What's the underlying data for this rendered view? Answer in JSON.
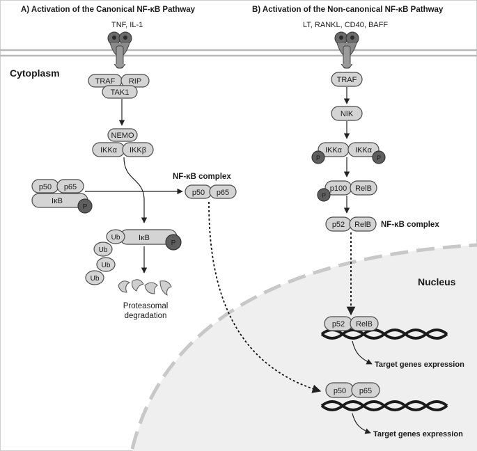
{
  "colors": {
    "membrane_line": "#b8b8b8",
    "protein_fill": "#d4d4d4",
    "protein_stroke": "#4a4a4a",
    "phospho": "#5e5e5e",
    "nucleus_bg": "#efefef",
    "dna": "#1a1a1a"
  },
  "panel_a": {
    "title": "A) Activation of the Canonical NF-κB Pathway",
    "ligand": "TNF, IL-1",
    "traf": "TRAF",
    "rip": "RIP",
    "tak1": "TAK1",
    "nemo": "NEMO",
    "ikka": "IKKα",
    "ikkb": "IKKβ",
    "p50": "p50",
    "p65": "p65",
    "ikb": "IκB",
    "p": "P",
    "complex_label": "NF-κB complex",
    "complex_p50": "p50",
    "complex_p65": "p65",
    "ub": "Ub",
    "ub_ikb": "IκB",
    "proteasome_line1": "Proteasomal",
    "proteasome_line2": "degradation",
    "nuc_p50": "p50",
    "nuc_p65": "p65",
    "target": "Target genes expression"
  },
  "panel_b": {
    "title": "B) Activation of the Non-canonical NF-κB Pathway",
    "ligand": "LT, RANKL, CD40, BAFF",
    "traf": "TRAF",
    "nik": "NIK",
    "ikka1": "IKKα",
    "ikka2": "IKKα",
    "p": "P",
    "p100": "p100",
    "relb": "RelB",
    "p52": "p52",
    "complex_relb": "RelB",
    "complex_label": "NF-κB complex",
    "nuc_p52": "p52",
    "nuc_relb": "RelB",
    "target": "Target genes expression"
  },
  "regions": {
    "cytoplasm": "Cytoplasm",
    "nucleus": "Nucleus"
  }
}
